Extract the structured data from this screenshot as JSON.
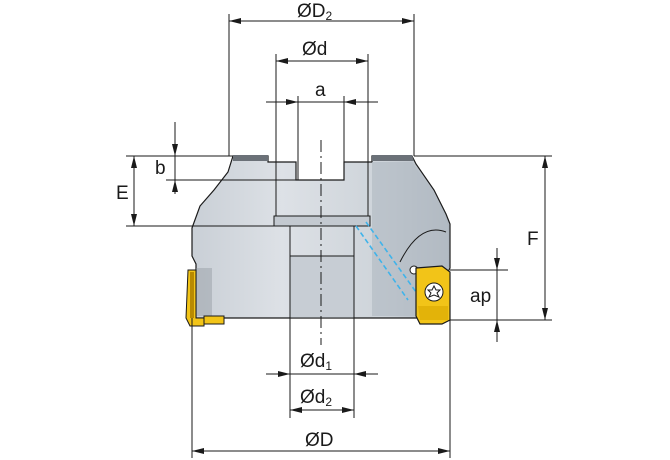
{
  "drawing": {
    "labels": {
      "D2": {
        "main": "ØD",
        "sub": "2"
      },
      "d": {
        "main": "Ød"
      },
      "a": {
        "main": "a"
      },
      "b": {
        "main": "b"
      },
      "E": {
        "main": "E"
      },
      "F": {
        "main": "F"
      },
      "ap": {
        "main": "ap"
      },
      "d1": {
        "main": "Ød",
        "sub": "1"
      },
      "d2": {
        "main": "Ød",
        "sub": "2"
      },
      "D": {
        "main": "ØD"
      }
    },
    "colors": {
      "body_fill": "#d3d8de",
      "body_shade": "#aab2bb",
      "insert_fill": "#f2c418",
      "insert_dark": "#b88a00",
      "coolant": "#3fb3ea",
      "line": "#1a1a1a"
    }
  }
}
